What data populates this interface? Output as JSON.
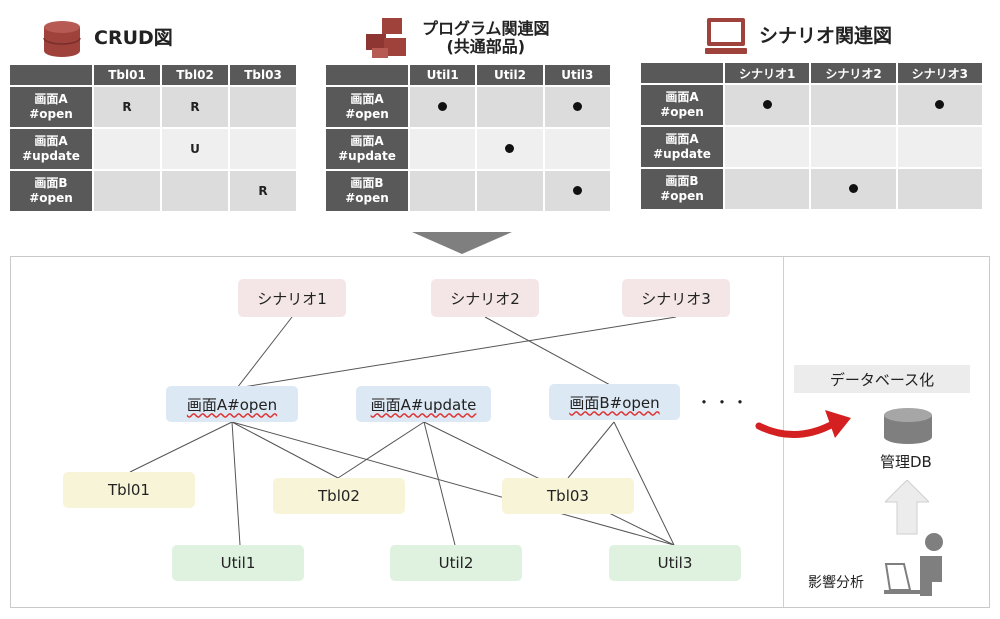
{
  "crud": {
    "title": "CRUD図",
    "columns": [
      "Tbl01",
      "Tbl02",
      "Tbl03"
    ],
    "rows": [
      {
        "label": "画面A\n#open",
        "cells": [
          "R",
          "R",
          ""
        ]
      },
      {
        "label": "画面A\n#update",
        "cells": [
          "",
          "U",
          ""
        ]
      },
      {
        "label": "画面B\n#open",
        "cells": [
          "",
          "",
          "R"
        ]
      }
    ]
  },
  "program": {
    "title_line1": "プログラム関連図",
    "title_line2": "(共通部品)",
    "columns": [
      "Util1",
      "Util2",
      "Util3"
    ],
    "rows": [
      {
        "label": "画面A\n#open",
        "cells": [
          "●",
          "",
          "●"
        ]
      },
      {
        "label": "画面A\n#update",
        "cells": [
          "",
          "●",
          ""
        ]
      },
      {
        "label": "画面B\n#open",
        "cells": [
          "",
          "",
          "●"
        ]
      }
    ]
  },
  "scenario": {
    "title": "シナリオ関連図",
    "columns": [
      "シナリオ1",
      "シナリオ2",
      "シナリオ3"
    ],
    "rows": [
      {
        "label": "画面A\n#open",
        "cells": [
          "●",
          "",
          "●"
        ]
      },
      {
        "label": "画面A\n#update",
        "cells": [
          "",
          "",
          ""
        ]
      },
      {
        "label": "画面B\n#open",
        "cells": [
          "",
          "●",
          ""
        ]
      }
    ]
  },
  "diagram": {
    "scenarios": [
      "シナリオ1",
      "シナリオ2",
      "シナリオ3"
    ],
    "screens": [
      "画面A#open",
      "画面A#update",
      "画面B#open"
    ],
    "ellipsis": "・・・",
    "tables": [
      "Tbl01",
      "Tbl02",
      "Tbl03"
    ],
    "utils": [
      "Util1",
      "Util2",
      "Util3"
    ]
  },
  "side": {
    "db_label": "データベース化",
    "db_name": "管理DB",
    "analysis_label": "影響分析"
  },
  "colors": {
    "header_cell": "#595959",
    "cell": "#dcdcdc",
    "cell_alt": "#efefef",
    "scenario_node": "#f4e6e6",
    "screen_node": "#dce8f4",
    "table_node": "#f7f4d8",
    "util_node": "#dff1df",
    "arrow_red": "#d42020",
    "icon_red": "#a0423c"
  }
}
